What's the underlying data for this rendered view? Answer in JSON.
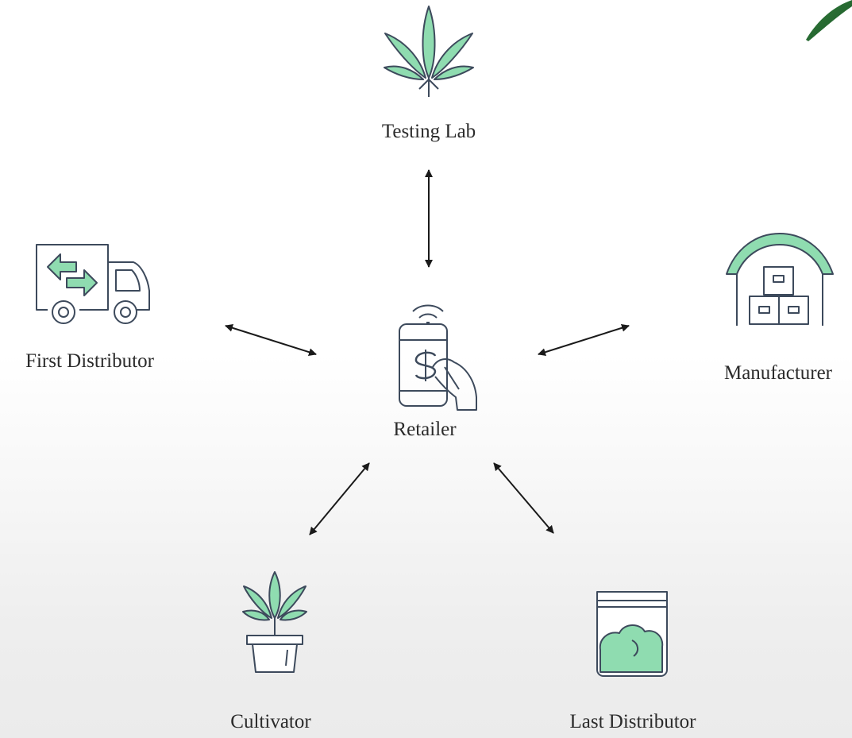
{
  "diagram": {
    "center": {
      "label": "Retailer",
      "icon": "phone-payment-icon"
    },
    "nodes": [
      {
        "id": "testing-lab",
        "label": "Testing Lab",
        "icon": "cannabis-leaf-icon"
      },
      {
        "id": "first-distributor",
        "label": "First Distributor",
        "icon": "delivery-truck-icon"
      },
      {
        "id": "manufacturer",
        "label": "Manufacturer",
        "icon": "warehouse-icon"
      },
      {
        "id": "cultivator",
        "label": "Cultivator",
        "icon": "potted-plant-icon"
      },
      {
        "id": "last-distributor",
        "label": "Last Distributor",
        "icon": "product-bag-icon"
      }
    ],
    "connections": [
      {
        "from": "retailer",
        "to": "testing-lab",
        "direction": "both"
      },
      {
        "from": "retailer",
        "to": "first-distributor",
        "direction": "both"
      },
      {
        "from": "retailer",
        "to": "manufacturer",
        "direction": "both"
      },
      {
        "from": "retailer",
        "to": "cultivator",
        "direction": "both"
      },
      {
        "from": "retailer",
        "to": "last-distributor",
        "direction": "both"
      }
    ]
  },
  "colors": {
    "accent_green": "#8fdcb0",
    "icon_stroke": "#3d4a5c",
    "arrow": "#1a1a1a",
    "text": "#2b2b2b"
  }
}
